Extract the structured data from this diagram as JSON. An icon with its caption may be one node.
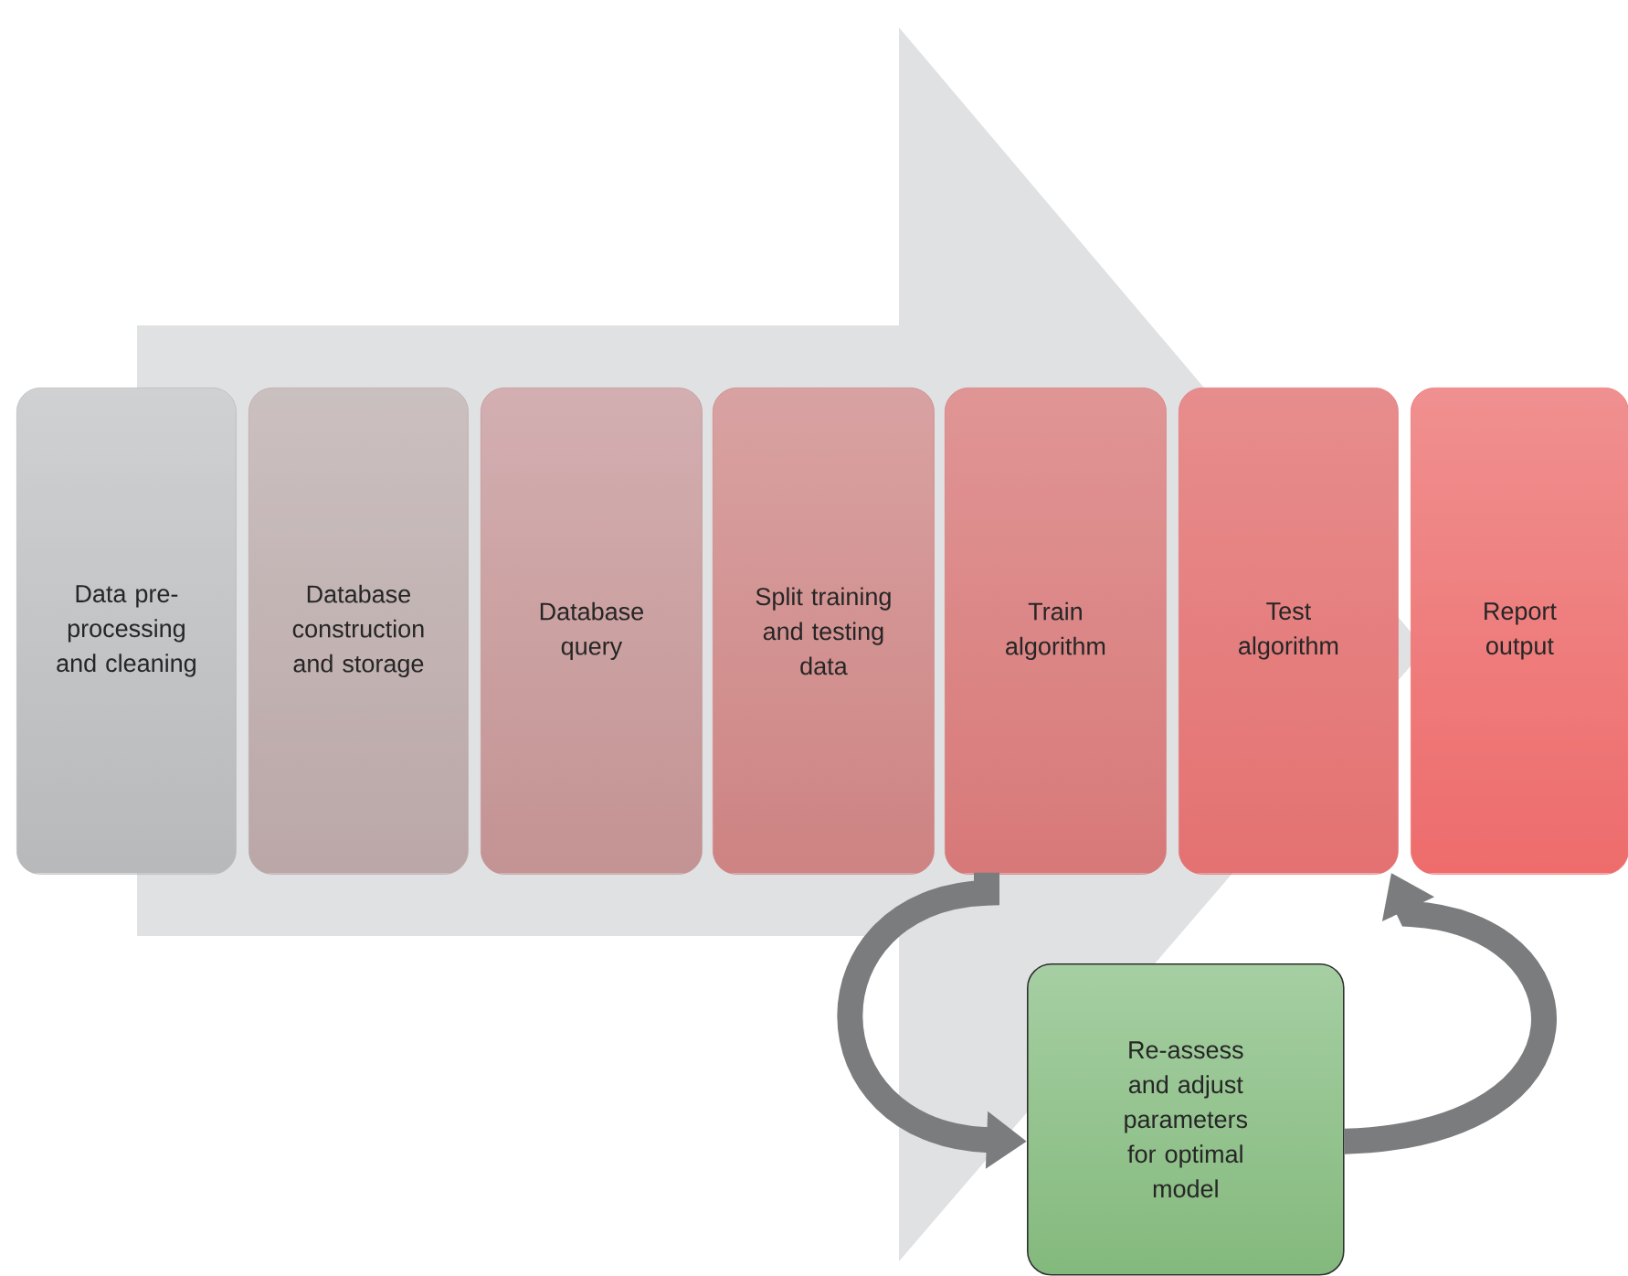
{
  "diagram": {
    "nodes": [
      {
        "text": [
          "Data pre-processing and cleaning"
        ]
      },
      {
        "text": [
          "Database construction and storage"
        ]
      },
      {
        "text": [
          "Database query"
        ]
      },
      {
        "text": [
          "Split training and testing data"
        ]
      },
      {
        "text": [
          "Train algorithm"
        ]
      },
      {
        "text": [
          "Test algorithm"
        ]
      },
      {
        "text": [
          "Report output"
        ]
      },
      {
        "text": [
          "Re-assess and adjust parameters for optimal model"
        ]
      }
    ],
    "edges": [
      {
        "from": 4,
        "to": 7,
        "arrow": "to"
      },
      {
        "from": 7,
        "to": 5,
        "arrow": "to"
      },
      {
        "from": 0,
        "to": 6,
        "arrow": "to"
      }
    ]
  }
}
